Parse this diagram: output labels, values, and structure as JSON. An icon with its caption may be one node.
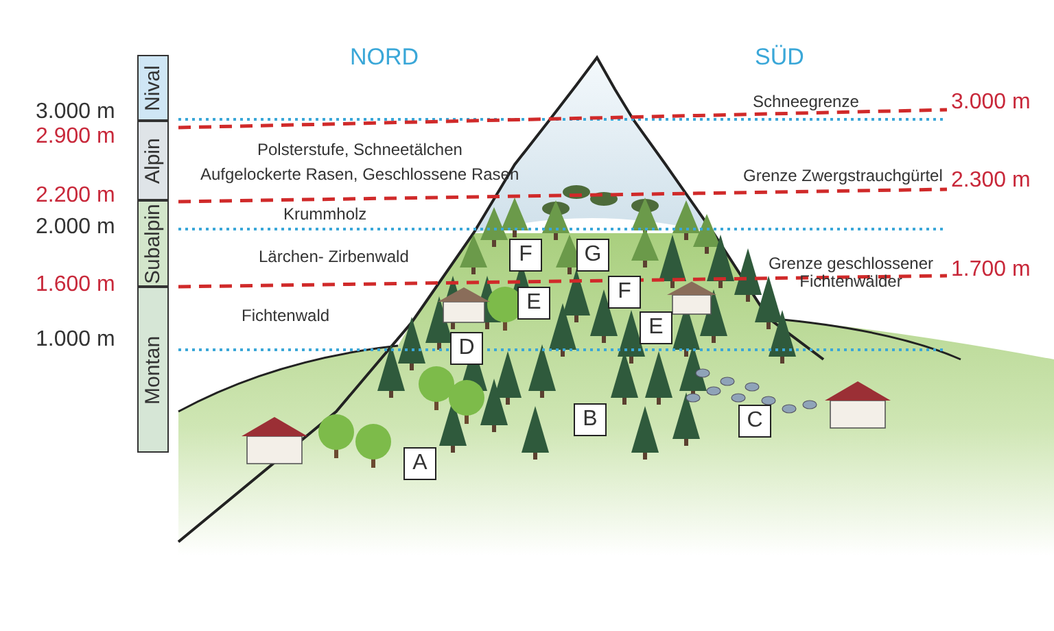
{
  "diagram": {
    "nodes": [
      {
        "text": [
          "Nival"
        ]
      },
      {
        "text": [
          "Alpin"
        ]
      },
      {
        "text": [
          "Subalpin"
        ]
      },
      {
        "text": [
          "Montan"
        ]
      },
      {
        "text": [
          "F"
        ]
      },
      {
        "text": [
          "G"
        ]
      },
      {
        "text": [
          "F"
        ]
      },
      {
        "text": [
          "E"
        ]
      },
      {
        "text": [
          "E"
        ]
      },
      {
        "text": [
          "D"
        ]
      },
      {
        "text": [
          "B"
        ]
      },
      {
        "text": [
          "C"
        ]
      },
      {
        "text": [
          "A"
        ]
      }
    ],
    "labels": [
      "NORD",
      "SÜD",
      "3.000 m",
      "Schneegrenze",
      "3.000 m",
      "2.900 m",
      "Polsterstufe, Schneetälchen",
      "Aufgelockerte Rasen, Geschlossene Rasen",
      "Grenze Zwergstrauchgürtel",
      "2.300 m",
      "2.200 m",
      "2.000 m",
      "Krummholz",
      "Lärchen- Zirbenwald",
      "Grenze geschlossener Fichtenwälder",
      "1.700 m",
      "1.600 m",
      "Fichtenwald",
      "1.000 m"
    ]
  }
}
